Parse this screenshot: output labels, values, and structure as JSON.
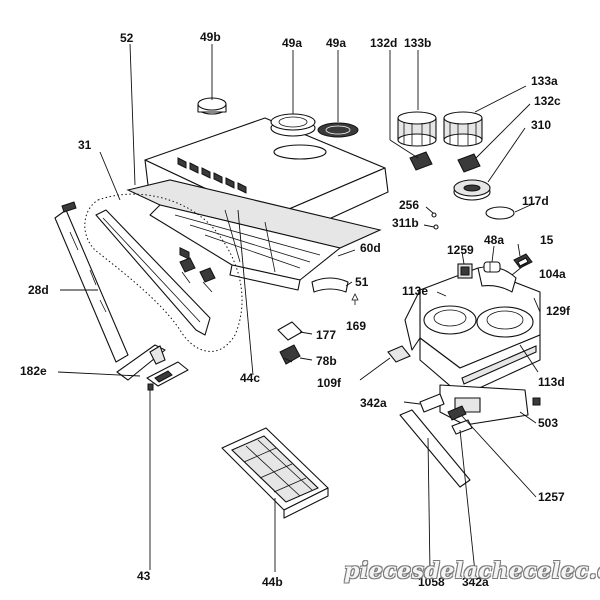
{
  "labels": {
    "l52": "52",
    "l49b": "49b",
    "l49a_1": "49a",
    "l49a_2": "49a",
    "l132d": "132d",
    "l133b": "133b",
    "l133a": "133a",
    "l132c": "132c",
    "l310": "310",
    "l31": "31",
    "l256": "256",
    "l311b": "311b",
    "l117d": "117d",
    "l60d": "60d",
    "l1259": "1259",
    "l48a": "48a",
    "l15": "15",
    "l104a": "104a",
    "l51": "51",
    "l113e": "113e",
    "l28d": "28d",
    "l169": "169",
    "l129f": "129f",
    "l177": "177",
    "l78b": "78b",
    "l44c": "44c",
    "l109f": "109f",
    "l182e": "182e",
    "l113d": "113d",
    "l342a_1": "342a",
    "l503": "503",
    "l1257": "1257",
    "l43": "43",
    "l44b": "44b",
    "l1058": "1058",
    "l342a_2": "342a"
  },
  "watermark": "piecesdelachecelec.com"
}
